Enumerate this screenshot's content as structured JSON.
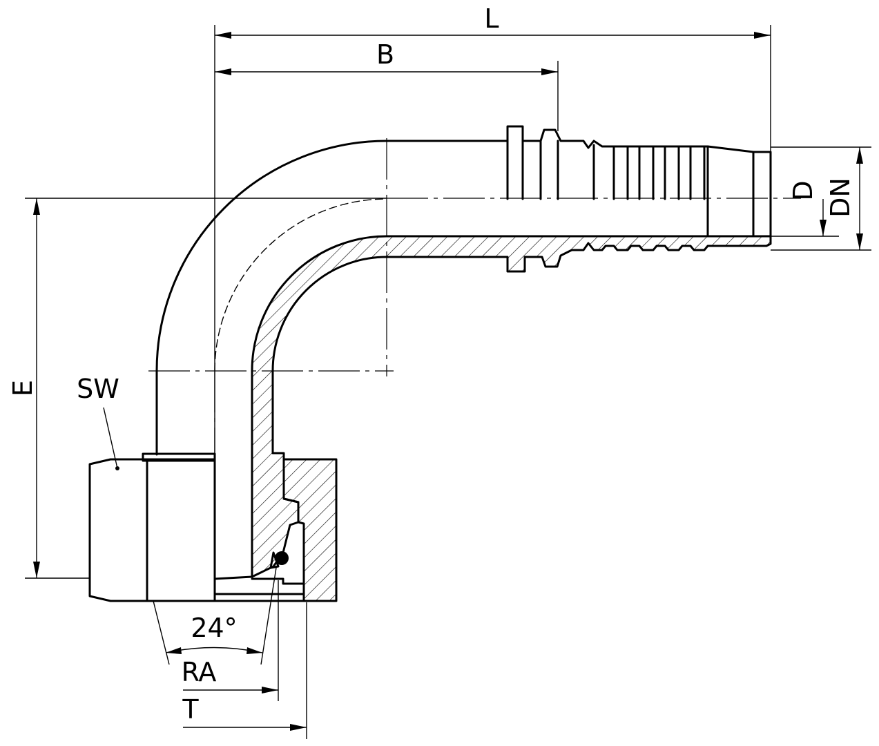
{
  "drawing": {
    "labels": {
      "L": "L",
      "B": "B",
      "D": "D",
      "DN": "DN",
      "E": "E",
      "SW": "SW",
      "angle": "24°",
      "RA": "RA",
      "T": "T"
    }
  }
}
